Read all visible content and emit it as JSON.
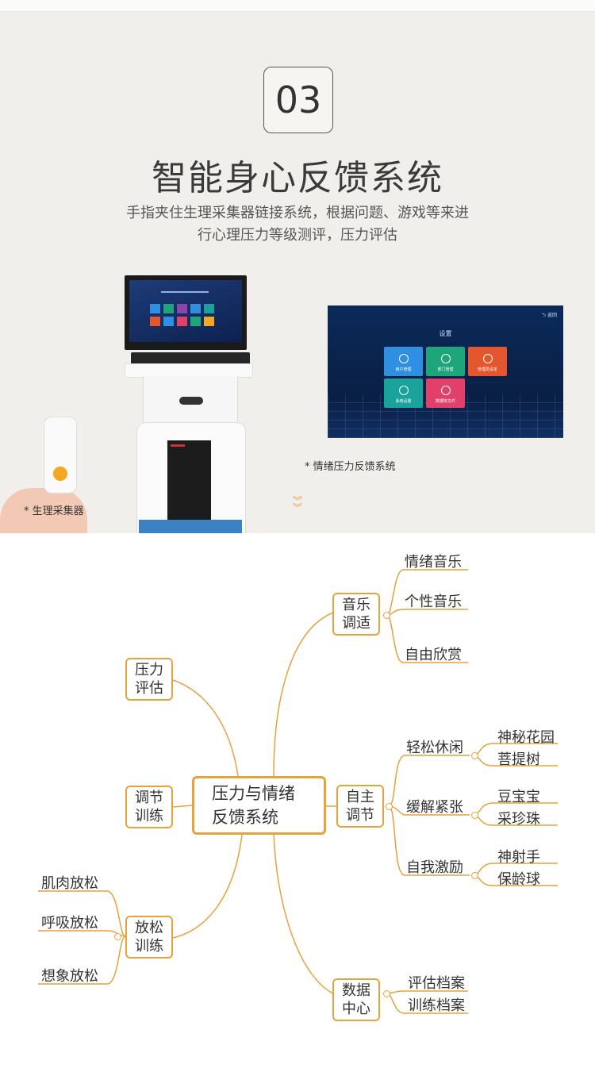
{
  "section": {
    "number": "03",
    "title": "智能身心反馈系统",
    "description_line1": "手指夹住生理采集器链接系统，根据问题、游戏等来进",
    "description_line2": "行心理压力等级测评，压力评估",
    "caption_device": "* 生理采集器",
    "caption_screen": "* 情绪压力反馈系统"
  },
  "screen_preview": {
    "title": "设置",
    "back_label": "⮌ 返回",
    "tiles": [
      {
        "label": "用户管理",
        "color": "#2f8fe0"
      },
      {
        "label": "部门管理",
        "color": "#1fa57a"
      },
      {
        "label": "管理员设定",
        "color": "#e4572e"
      },
      {
        "label": "系统设置",
        "color": "#19a39a"
      },
      {
        "label": "数据库文件",
        "color": "#e0406a"
      }
    ]
  },
  "mindmap": {
    "center": {
      "line1": "压力与情绪",
      "line2": "反馈系统"
    },
    "branches": {
      "music": {
        "line1": "音乐",
        "line2": "调适",
        "leaves": [
          "情绪音乐",
          "个性音乐",
          "自由欣赏"
        ]
      },
      "assess": {
        "line1": "压力",
        "line2": "评估"
      },
      "regulate": {
        "line1": "调节",
        "line2": "训练"
      },
      "relax": {
        "line1": "放松",
        "line2": "训练",
        "leaves": [
          "肌肉放松",
          "呼吸放松",
          "想象放松"
        ]
      },
      "self": {
        "line1": "自主",
        "line2": "调节",
        "groups": [
          {
            "label": "轻松休闲",
            "items": [
              "神秘花园",
              "菩提树"
            ]
          },
          {
            "label": "缓解紧张",
            "items": [
              "豆宝宝",
              "采珍珠"
            ]
          },
          {
            "label": "自我激励",
            "items": [
              "神射手",
              "保龄球"
            ]
          }
        ]
      },
      "data": {
        "line1": "数据",
        "line2": "中心",
        "leaves": [
          "评估档案",
          "训练档案"
        ]
      }
    },
    "line_color": "#e6a23c"
  }
}
